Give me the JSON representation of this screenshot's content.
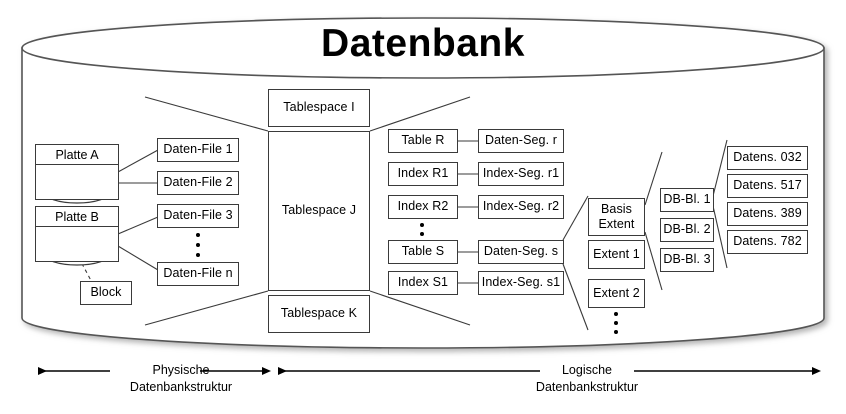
{
  "diagram": {
    "title": "Datenbank",
    "disks": [
      {
        "label": "Platte A",
        "icon": "disk-platter-icon"
      },
      {
        "label": "Platte B",
        "icon": "disk-platter-icon"
      }
    ],
    "block_label": "Block",
    "data_files": [
      "Daten-File 1",
      "Daten-File 2",
      "Daten-File 3",
      "Daten-File n"
    ],
    "tablespaces": [
      "Tablespace I",
      "Tablespace J",
      "Tablespace K"
    ],
    "objects": [
      "Table R",
      "Index R1",
      "Index R2",
      "Table S",
      "Index S1"
    ],
    "segments": [
      "Daten-Seg. r",
      "Index-Seg. r1",
      "Index-Seg. r2",
      "Daten-Seg. s",
      "Index-Seg. s1"
    ],
    "extents": [
      {
        "line1": "Basis",
        "line2": "Extent"
      },
      {
        "line1": "Extent 1",
        "line2": ""
      },
      {
        "line1": "Extent 2",
        "line2": ""
      }
    ],
    "db_blocks": [
      "DB-Bl. 1",
      "DB-Bl. 2",
      "DB-Bl. 3"
    ],
    "records": [
      "Datens. 032",
      "Datens. 517",
      "Datens. 389",
      "Datens. 782"
    ],
    "footer": [
      {
        "line1": "Physische",
        "line2": "Datenbankstruktur"
      },
      {
        "line1": "Logische",
        "line2": "Datenbankstruktur"
      }
    ],
    "colors": {
      "stroke": "#3a3a3a",
      "cylinder_stroke": "#555555",
      "text": "#000000",
      "background": "#ffffff"
    }
  }
}
